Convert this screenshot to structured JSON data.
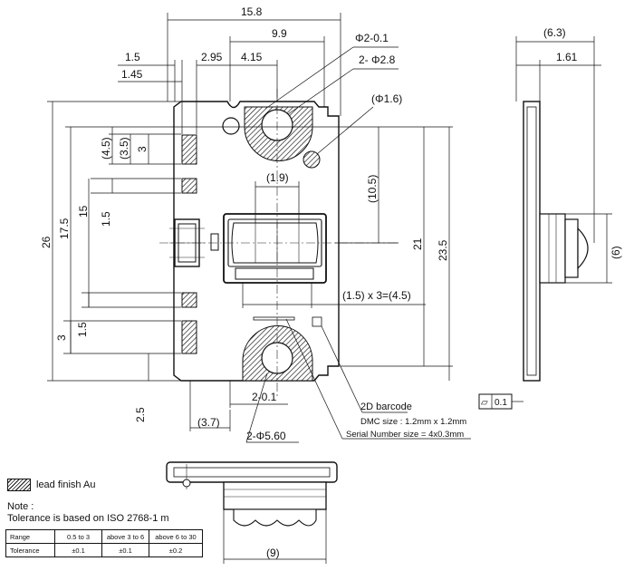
{
  "dimensions": {
    "width_total": "15.8",
    "width_holes": "9.9",
    "hole_small": "Φ2-0.1",
    "hole_large": "2- Φ2.8",
    "hole_mid": "(Φ1.6)",
    "left_1_5": "1.5",
    "left_1_45": "1.45",
    "w_2_95": "2.95",
    "w_4_15": "4.15",
    "dim_4_5": "(4.5)",
    "dim_3_5": "(3.5)",
    "dim_3_top": "3",
    "dim_1_9": "(1.9)",
    "dim_10_5": "(10.5)",
    "dim_15": "15",
    "dim_1_5_v_top": "1.5",
    "dim_26": "26",
    "dim_17_5": "17.5",
    "dim_21": "21",
    "dim_23_5": "23.5",
    "pitch": "(1.5) x 3=(4.5)",
    "dim_3_bottom": "3",
    "dim_1_5_v_bottom": "1.5",
    "dim_2_5": "2.5",
    "slot_bottom": "2-0.1",
    "dim_3_7": "(3.7)",
    "hole_bottom": "2-Φ5.60",
    "side_6_3": "(6.3)",
    "side_1_61": "1.61",
    "side_6": "(6)",
    "flatness_symbol": "⏥",
    "flatness_value": "0.1",
    "bottom_9": "(9)"
  },
  "annotations": {
    "barcode_title": "2D barcode",
    "dmc_size": "DMC size : 1.2mm x 1.2mm",
    "serial_size": "Serial Number size = 4x0.3mm"
  },
  "legend": {
    "label": "lead finish Au"
  },
  "note": {
    "title": "Note :",
    "text": "Tolerance is based on ISO 2768-1 m"
  },
  "tolerance_table": {
    "row_range_label": "Range",
    "row_tol_label": "Tolerance",
    "ranges": [
      "0.5 to 3",
      "above 3 to 6",
      "above 6 to 30"
    ],
    "tolerances": [
      "±0.1",
      "±0.1",
      "±0.2"
    ]
  },
  "colors": {
    "line": "#111111",
    "background": "#ffffff"
  }
}
